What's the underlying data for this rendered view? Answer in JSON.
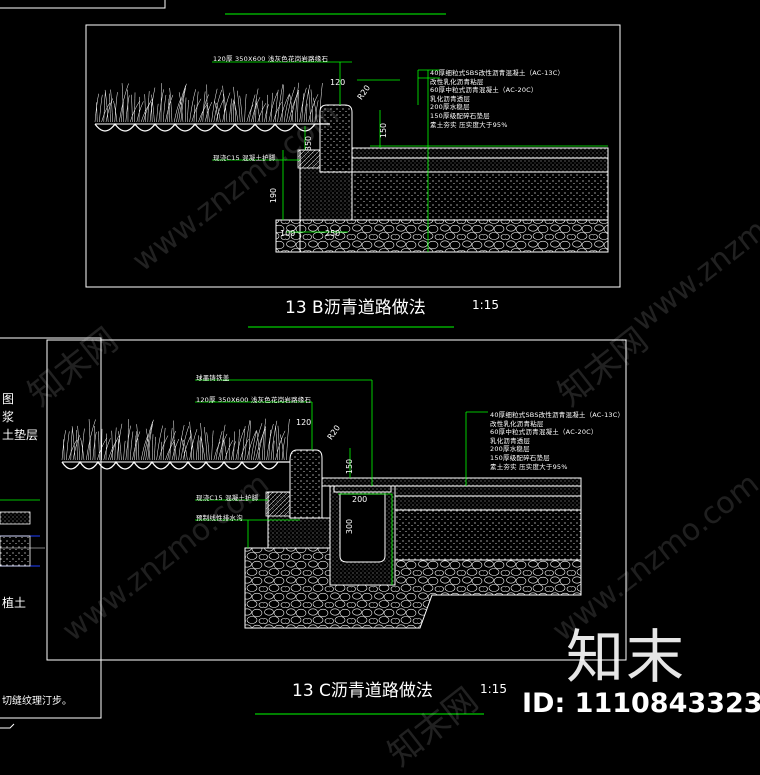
{
  "drawing_13b": {
    "title": "13 B沥青道路做法",
    "scale": "1:15",
    "curb_label": "120厚 350X600 浅灰色花岗岩路缘石",
    "base_label": "现浇C15 混凝土护脚",
    "layers": [
      "40厚细粒式SBS改性沥青混凝土（AC-13C）",
      "改性乳化沥青粘层",
      "60厚中粒式沥青混凝土（AC-20C）",
      "乳化沥青透层",
      "200厚水稳层",
      "150厚级配碎石垫层",
      "素土夯实 压实度大于95%"
    ],
    "dims": {
      "d120": "120",
      "d20": "R20",
      "d150": "150",
      "d350": "350",
      "d190": "190",
      "d100": "100",
      "d250": "250"
    }
  },
  "drawing_13c": {
    "title": "13 C沥青道路做法",
    "scale": "1:15",
    "grate_label": "球墨铸铁盖",
    "curb_label": "120厚 350X600 浅灰色花岗岩路缘石",
    "base_label": "现浇C15 混凝土护脚",
    "drain_label": "预制线性排水沟",
    "layers": [
      "40厚细粒式SBS改性沥青混凝土（AC-13C）",
      "改性乳化沥青粘层",
      "60厚中粒式沥青混凝土（AC-20C）",
      "乳化沥青透层",
      "200厚水稳层",
      "150厚级配碎石垫层",
      "素土夯实 压实度大于95%"
    ],
    "dims": {
      "d120": "120",
      "d20": "R20",
      "d150": "150",
      "d200": "200",
      "d300": "300"
    }
  },
  "left_fragment": {
    "lines": [
      "图",
      "浆",
      "土垫层",
      "植土",
      "切缝纹理汀步。"
    ]
  },
  "watermark": {
    "brand": "知末",
    "site": "www.znzmo.com",
    "id_text": "ID: 1110843323",
    "side_text": "知末网"
  },
  "colors": {
    "background": "#000000",
    "line": "#ffffff",
    "accent": "#00ff00",
    "leader": "#00ff00",
    "drain_blue": "#2040ff"
  }
}
